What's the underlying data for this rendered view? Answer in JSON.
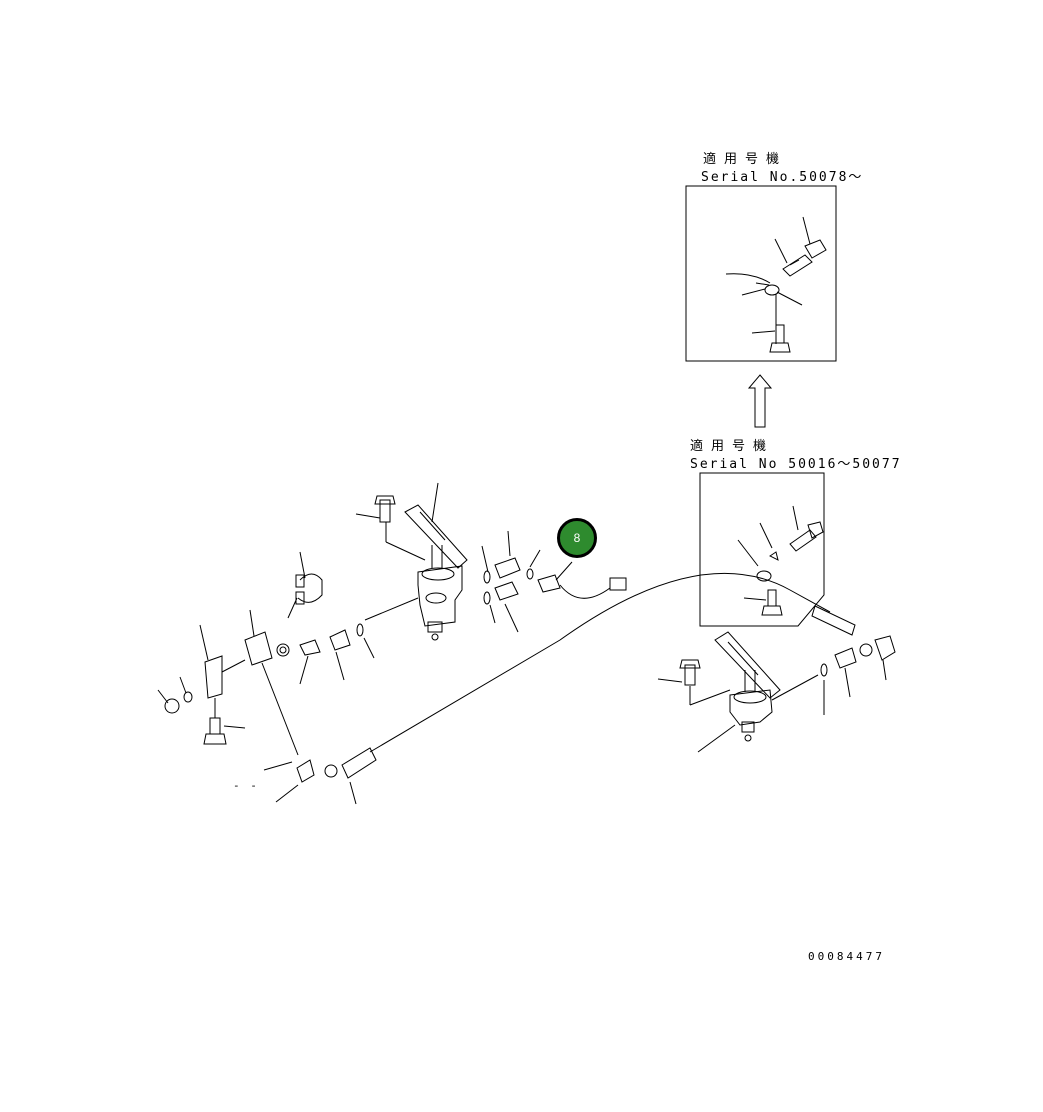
{
  "inset_top": {
    "heading_jp": "適用号機",
    "serial": "Serial No.50078～"
  },
  "inset_bottom": {
    "heading_jp": "適用号機",
    "serial": "Serial No 50016～50077"
  },
  "callout": {
    "number": "8",
    "color": "#2e8b2e"
  },
  "drawing_number": "00084477",
  "dash_marks": "-  -"
}
